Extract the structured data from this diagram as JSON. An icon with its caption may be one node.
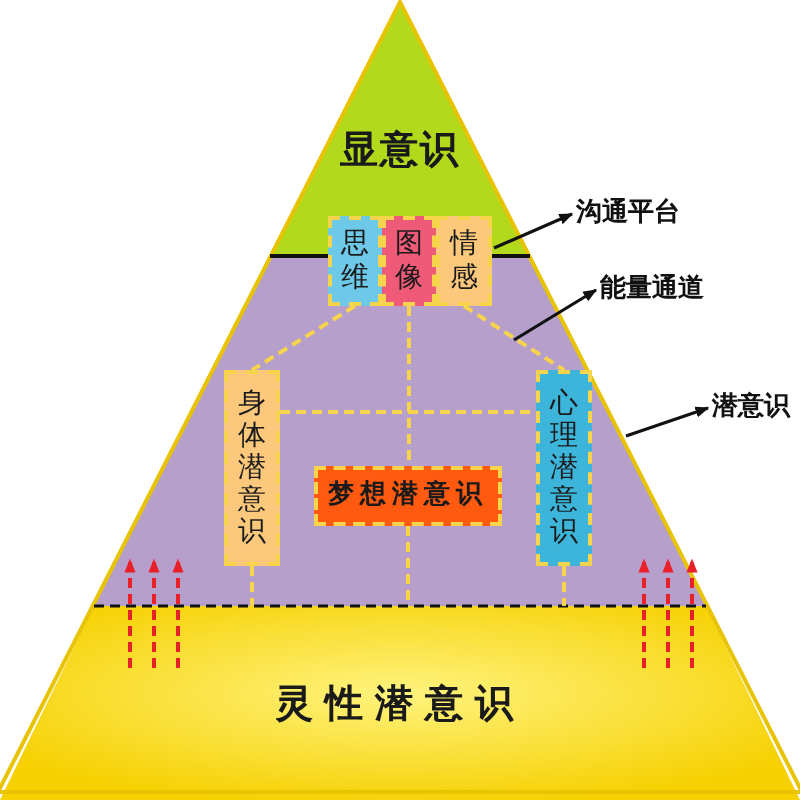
{
  "diagram": {
    "nodes": [
      {
        "text": [
          "显意识"
        ]
      },
      {
        "text": [
          "思维"
        ]
      },
      {
        "text": [
          "图像"
        ]
      },
      {
        "text": [
          "情感"
        ]
      },
      {
        "text": [],
        "shape": "band"
      },
      {
        "text": [
          "身体潜意识"
        ],
        "in": 4
      },
      {
        "text": [
          "梦想潜意识"
        ],
        "in": 4
      },
      {
        "text": [
          "心理潜意识"
        ],
        "in": 4
      },
      {
        "text": [
          "灵性潜意识"
        ]
      },
      {
        "text": [
          "沟通平台"
        ]
      },
      {
        "text": [
          "能量通道"
        ]
      },
      {
        "text": [
          "潜意识"
        ]
      }
    ],
    "edges": [
      {
        "from": 1,
        "to": 5,
        "arrow": "none",
        "style": "dashed"
      },
      {
        "from": 3,
        "to": 7,
        "arrow": "none",
        "style": "dashed"
      },
      {
        "from": 2,
        "to": 6,
        "arrow": "none",
        "style": "dashed"
      },
      {
        "from": 5,
        "to": 7,
        "arrow": "none",
        "style": "dashed"
      },
      {
        "from": 6,
        "to": 8,
        "arrow": "none",
        "style": "dashed"
      },
      {
        "from": 5,
        "to": 8,
        "arrow": "none",
        "style": "dashed"
      },
      {
        "from": 7,
        "to": 8,
        "arrow": "none",
        "style": "dashed"
      },
      {
        "from": 3,
        "to": 9,
        "arrow": "to",
        "color": "#111111"
      },
      {
        "from": null,
        "to": 10,
        "arrow": "to",
        "color": "#111111"
      },
      {
        "from": 4,
        "to": 11,
        "arrow": "to",
        "color": "#111111"
      },
      {
        "from": 8,
        "to": 4,
        "arrow": "to",
        "style": "dashed",
        "color": "#e8202a"
      },
      {
        "from": 8,
        "to": 4,
        "arrow": "to",
        "style": "dashed",
        "color": "#e8202a"
      },
      {
        "from": 8,
        "to": 4,
        "arrow": "to",
        "style": "dashed",
        "color": "#e8202a"
      },
      {
        "from": 8,
        "to": 4,
        "arrow": "to",
        "style": "dashed",
        "color": "#e8202a"
      },
      {
        "from": 8,
        "to": 4,
        "arrow": "to",
        "style": "dashed",
        "color": "#e8202a"
      },
      {
        "from": 8,
        "to": 4,
        "arrow": "to",
        "style": "dashed",
        "color": "#e8202a"
      }
    ]
  }
}
